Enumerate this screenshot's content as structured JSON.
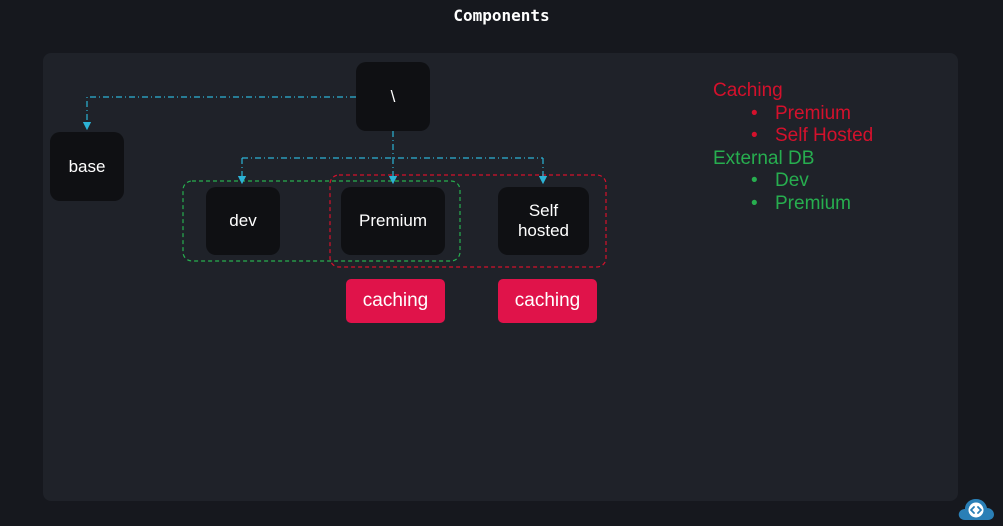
{
  "title": "Components",
  "nodes": {
    "root": "\\",
    "base": "base",
    "dev": "dev",
    "premium": "Premium",
    "self_hosted": "Self\nhosted"
  },
  "tags": {
    "premium_caching": "caching",
    "self_hosted_caching": "caching"
  },
  "legend": {
    "caching": {
      "heading": "Caching",
      "items": [
        "Premium",
        "Self Hosted"
      ],
      "color": "#d4112c"
    },
    "external_db": {
      "heading": "External DB",
      "items": [
        "Dev",
        "Premium"
      ],
      "color": "#27ae4f"
    },
    "bullet": "•"
  },
  "colors": {
    "link": "#2cb3d6",
    "tag": "#e0134a",
    "node": "#0f1013"
  }
}
